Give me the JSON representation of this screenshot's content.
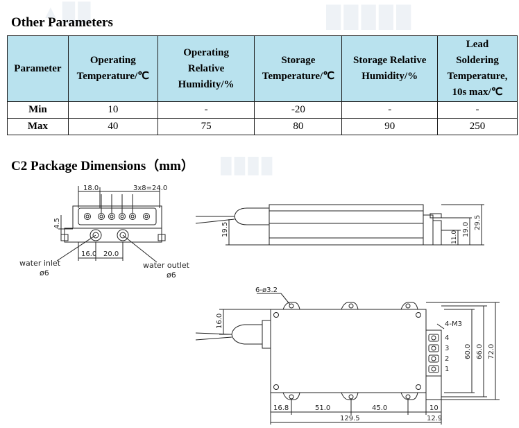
{
  "sections": {
    "other_parameters_title": "Other Parameters",
    "package_title": "C2 Package Dimensions（mm）"
  },
  "params_table": {
    "headers": [
      [
        "Parameter"
      ],
      [
        "Operating",
        "Temperature/℃"
      ],
      [
        "Operating",
        "Relative",
        "Humidity/%"
      ],
      [
        "Storage",
        "Temperature/℃"
      ],
      [
        "Storage Relative",
        "Humidity/%"
      ],
      [
        "Lead",
        "Soldering",
        "Temperature,",
        "10s max/℃"
      ]
    ],
    "rows": [
      [
        "Min",
        "10",
        "-",
        "-20",
        "-",
        "-"
      ],
      [
        "Max",
        "40",
        "75",
        "80",
        "90",
        "250"
      ]
    ]
  },
  "drawing": {
    "left_view": {
      "dim_top_left": "18.0",
      "dim_top_right": "3x8=24.0",
      "dim_height": "4.5",
      "dim_bottom_left": "16.0",
      "dim_bottom_right": "20.0",
      "water_inlet": "water inlet",
      "water_inlet_dia": "ø6",
      "water_outlet": "water outlet",
      "water_outlet_dia": "ø6"
    },
    "side_view": {
      "dim_fiber_height": "19.5",
      "dim_right_inner": "19.0",
      "dim_right_outer": "29.5",
      "dim_right_small": "11.0"
    },
    "top_view": {
      "holes": "6-ø3.2",
      "dim_fiber_offset": "16.0",
      "screws": "4-M3",
      "pins": [
        "4",
        "3",
        "2",
        "1"
      ],
      "dim_60": "60.0",
      "dim_66": "66.0",
      "dim_72": "72.0",
      "dim_16_8": "16.8",
      "dim_51": "51.0",
      "dim_45": "45.0",
      "dim_10": "10",
      "dim_129_5": "129.5",
      "dim_12_9": "12.9"
    }
  }
}
